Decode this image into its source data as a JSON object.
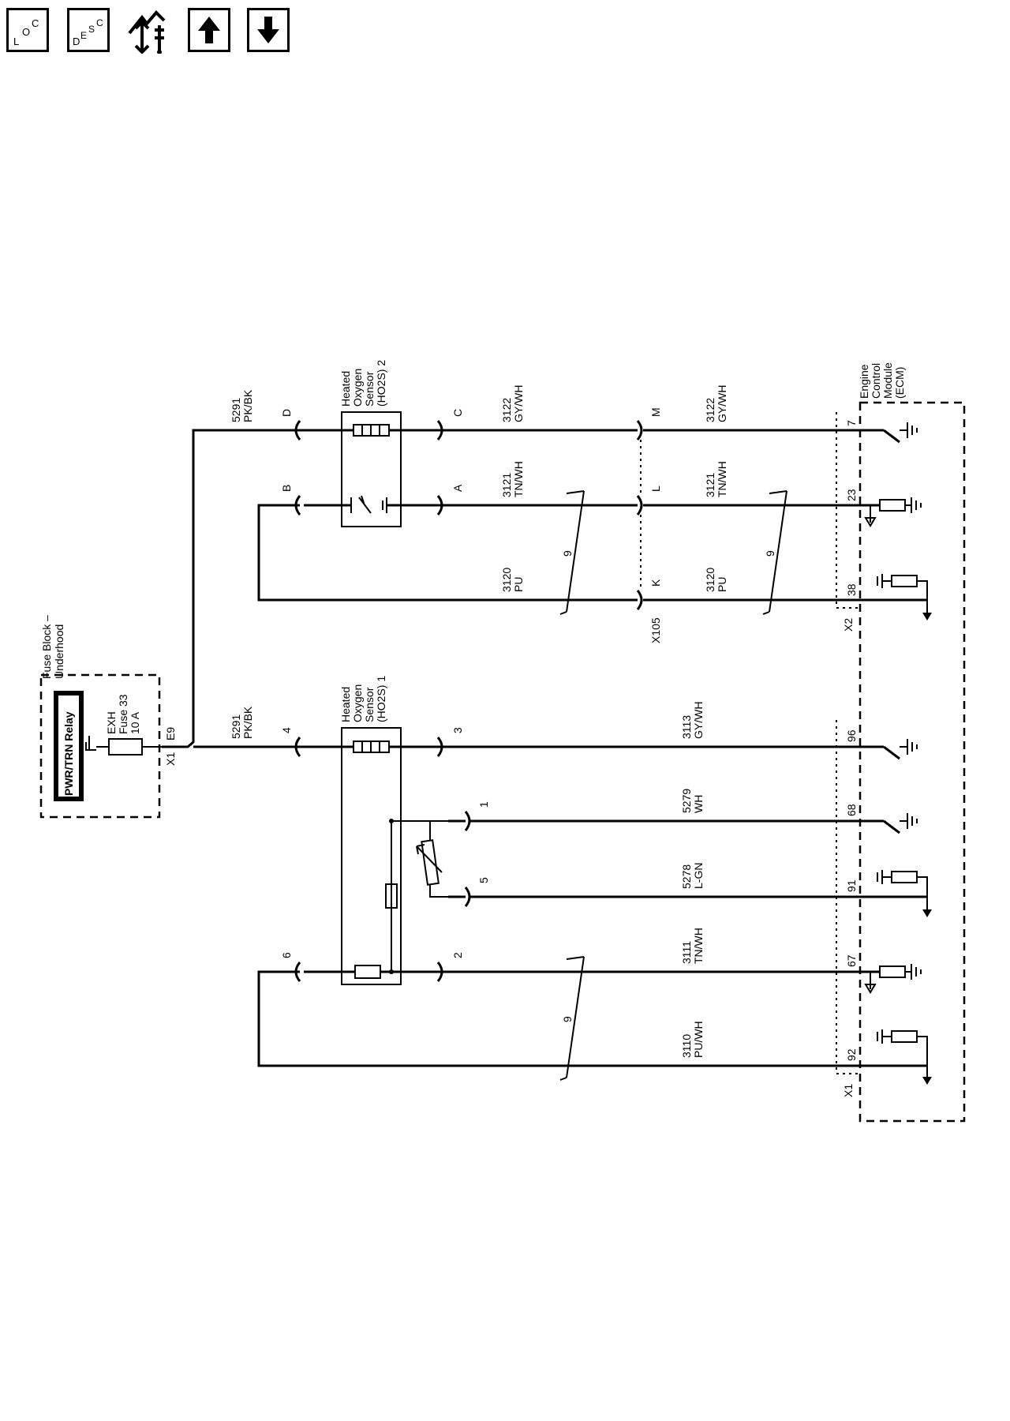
{
  "toolbar": {
    "loc_label": [
      "L",
      "O",
      "C"
    ],
    "desc_label": [
      "D",
      "E",
      "S",
      "C"
    ],
    "icons": [
      "location-icon",
      "description-icon",
      "harness-icon",
      "arrow-up-icon",
      "arrow-down-icon"
    ]
  },
  "diagram": {
    "fuse_block": {
      "title": [
        "Fuse Block –",
        "Underhood"
      ],
      "relay": "PWR/TRN Relay",
      "fuse": [
        "EXH",
        "Fuse 33",
        "10 A"
      ],
      "terminal": "E9",
      "connector": "X1"
    },
    "sensor1": {
      "title": [
        "Heated",
        "Oxygen",
        "Sensor",
        "(HO2S) 1"
      ],
      "pins": [
        "4",
        "3",
        "1",
        "5",
        "6",
        "2"
      ]
    },
    "sensor2": {
      "title": [
        "Heated",
        "Oxygen",
        "Sensor",
        "(HO2S) 2"
      ],
      "pins": [
        "D",
        "B",
        "C",
        "A"
      ]
    },
    "inline_connector": {
      "name": "X105",
      "pins": [
        "M",
        "L",
        "K"
      ]
    },
    "ecm": {
      "title": [
        "Engine",
        "Control",
        "Module",
        "(ECM)"
      ],
      "connector_x1": "X1",
      "connector_x2": "X2",
      "pins_x2": [
        "7",
        "23",
        "38"
      ],
      "pins_x1": [
        "96",
        "68",
        "91",
        "67",
        "92"
      ]
    },
    "wires": {
      "w5291_a": [
        "5291",
        "PK/BK"
      ],
      "w5291_b": [
        "5291",
        "PK/BK"
      ],
      "w3122_a": [
        "3122",
        "GY/WH"
      ],
      "w3122_b": [
        "3122",
        "GY/WH"
      ],
      "w3121_a": [
        "3121",
        "TN/WH"
      ],
      "w3121_b": [
        "3121",
        "TN/WH"
      ],
      "w3120_a": [
        "3120",
        "PU"
      ],
      "w3120_b": [
        "3120",
        "PU"
      ],
      "w3113": [
        "3113",
        "GY/WH"
      ],
      "w5279": [
        "5279",
        "WH"
      ],
      "w5278": [
        "5278",
        "L-GN"
      ],
      "w3111": [
        "3111",
        "TN/WH"
      ],
      "w3110": [
        "3110",
        "PU/WH"
      ]
    },
    "twist_labels": [
      "9",
      "9",
      "9"
    ]
  }
}
